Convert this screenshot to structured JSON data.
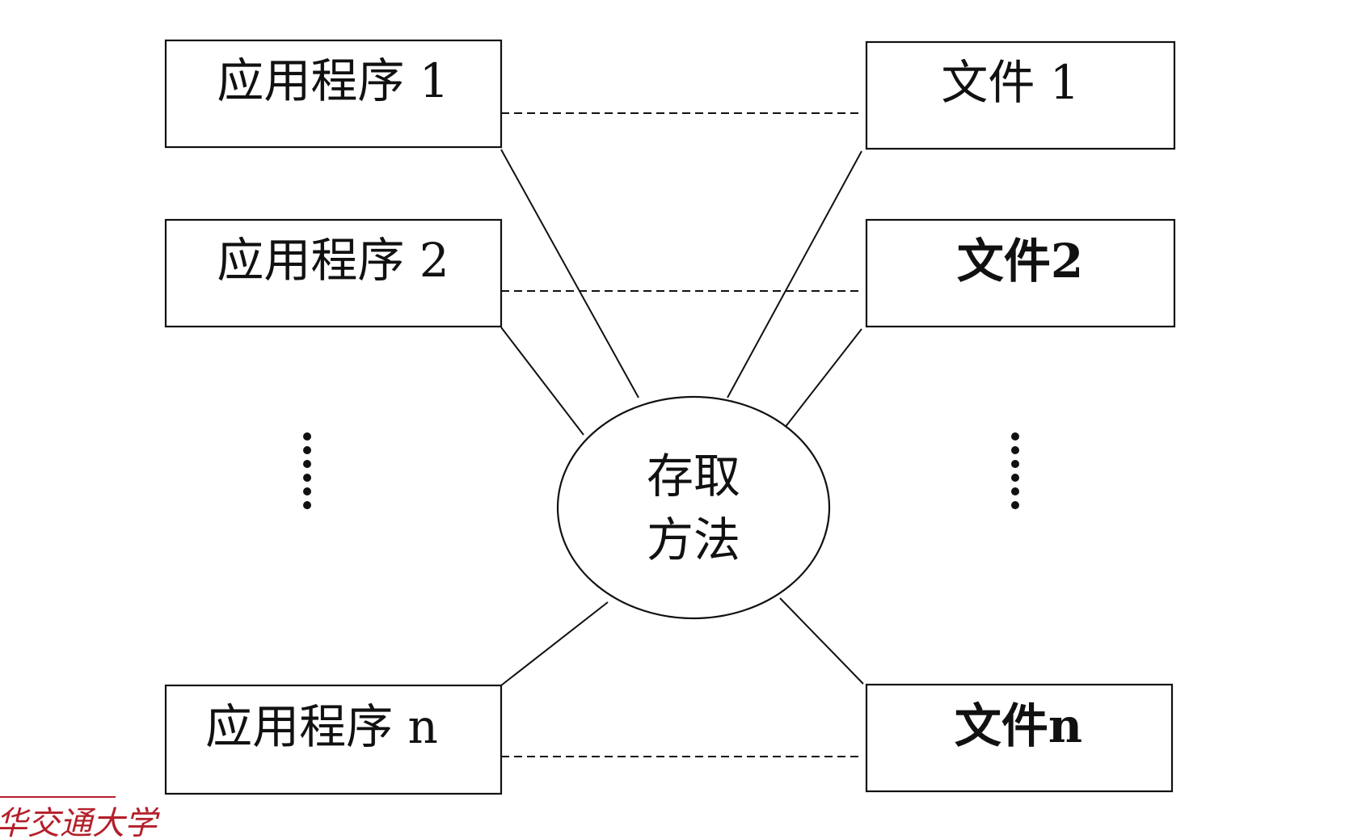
{
  "diagram": {
    "apps": [
      {
        "label": "应用程序 1"
      },
      {
        "label": "应用程序 2"
      },
      {
        "label": "应用程序 n"
      }
    ],
    "files": [
      {
        "label": "文件 1"
      },
      {
        "label": "文件2"
      },
      {
        "label": "文件n"
      }
    ],
    "center": {
      "line1": "存取",
      "line2": "方法"
    }
  },
  "footer": {
    "logo_text": "华交通大学",
    "accent_color": "#b41f2a"
  }
}
